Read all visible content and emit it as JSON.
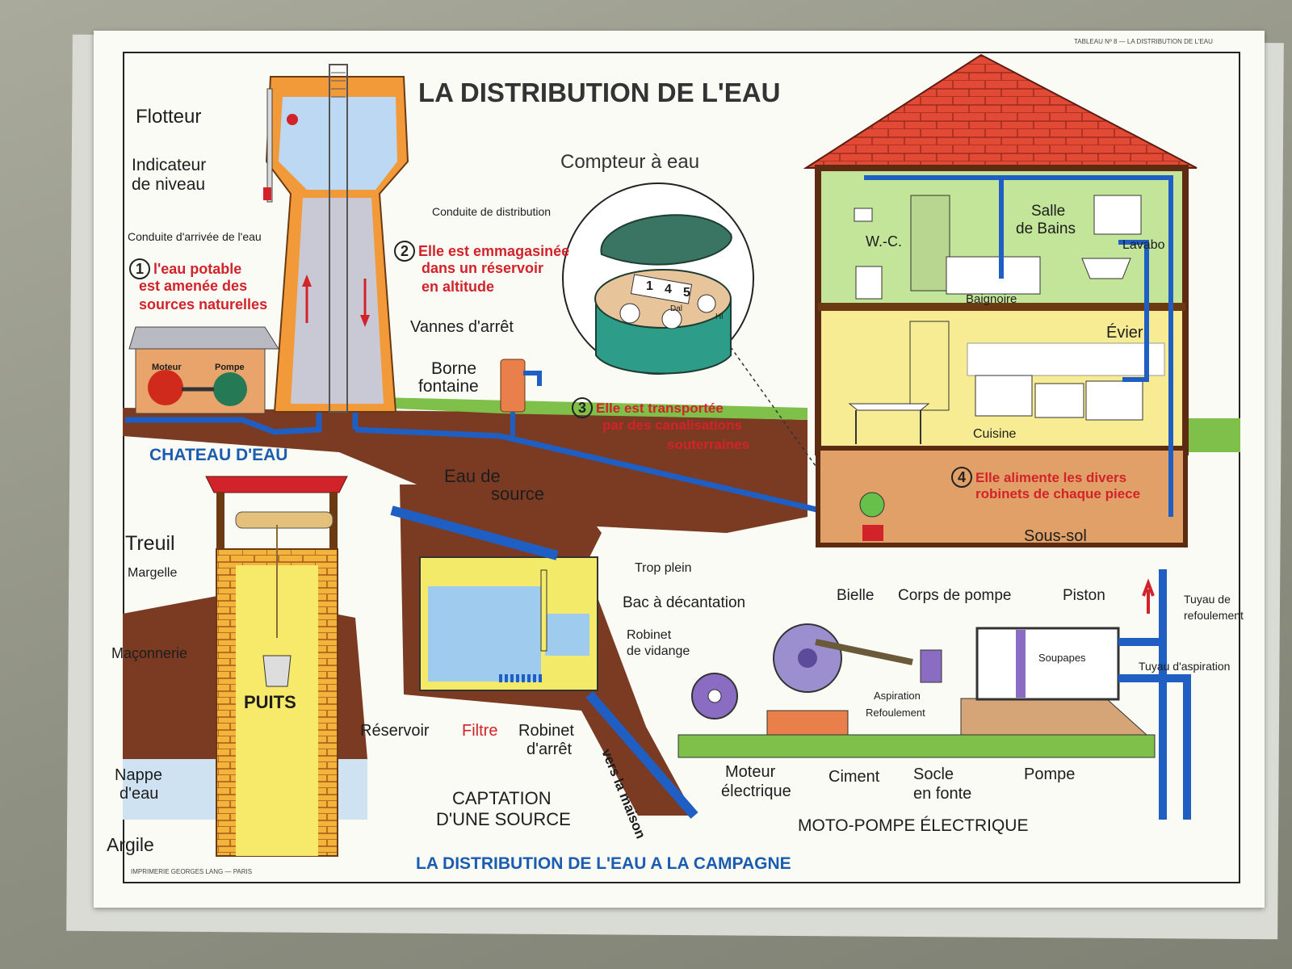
{
  "title": "LA DISTRIBUTION DE L'EAU",
  "header_note": "TABLEAU Nº 8 — LA DISTRIBUTION DE L'EAU",
  "printer_note": "IMPRIMERIE GEORGES LANG — PARIS",
  "tower": {
    "flotteur": "Flotteur",
    "indicateur_line1": "Indicateur",
    "indicateur_line2": "de niveau",
    "conduite_arrivee": "Conduite d'arrivée de l'eau",
    "conduite_distribution": "Conduite de distribution",
    "vannes": "Vannes d'arrêt",
    "moteur": "Moteur",
    "pompe": "Pompe",
    "caption": "CHATEAU D'EAU"
  },
  "steps": {
    "s1_num": "1",
    "s1_line1": "l'eau potable",
    "s1_line2": "est amenée des",
    "s1_line3": "sources naturelles",
    "s2_num": "2",
    "s2_line1": "Elle est emmagasinée",
    "s2_line2": "dans un réservoir",
    "s2_line3": "en altitude",
    "s3_num": "3",
    "s3_line1": "Elle est transportée",
    "s3_line2": "par des canalisations",
    "s3_line3": "souterraines",
    "s4_num": "4",
    "s4_line1": "Elle alimente les divers",
    "s4_line2": "robinets de chaque piece"
  },
  "meter": {
    "label": "Compteur à eau",
    "digits": [
      "1",
      "4",
      "5"
    ],
    "dal": "Dal",
    "hl": "Hl"
  },
  "borne": {
    "line1": "Borne",
    "line2": "fontaine"
  },
  "house": {
    "wc": "W.-C.",
    "salle_line1": "Salle",
    "salle_line2": "de Bains",
    "lavabo": "Lavabo",
    "baignoire": "Baignoire",
    "evier": "Évier",
    "cuisine": "Cuisine",
    "sous_sol": "Sous-sol"
  },
  "puits": {
    "treuil": "Treuil",
    "margelle": "Margelle",
    "maconnerie": "Maçonnerie",
    "puits": "PUITS",
    "nappe_line1": "Nappe",
    "nappe_line2": "d'eau",
    "argile": "Argile"
  },
  "captation": {
    "eau_line1": "Eau de",
    "eau_line2": "source",
    "trop_plein": "Trop plein",
    "bac": "Bac à décantation",
    "robinet_vidange_line1": "Robinet",
    "robinet_vidange_line2": "de vidange",
    "reservoir": "Réservoir",
    "filtre": "Filtre",
    "robinet_arret_line1": "Robinet",
    "robinet_arret_line2": "d'arrêt",
    "vers": "vers la maison",
    "caption_line1": "CAPTATION",
    "caption_line2": "D'UNE SOURCE"
  },
  "motopompe": {
    "bielle": "Bielle",
    "corps": "Corps de pompe",
    "piston": "Piston",
    "tuyau_refoulement_line1": "Tuyau de",
    "tuyau_refoulement_line2": "refoulement",
    "tuyau_aspiration": "Tuyau d'aspiration",
    "soupapes": "Soupapes",
    "aspiration": "Aspiration",
    "refoulement": "Refoulement",
    "moteur_line1": "Moteur",
    "moteur_line2": "électrique",
    "ciment": "Ciment",
    "socle_line1": "Socle",
    "socle_line2": "en fonte",
    "pompe": "Pompe",
    "caption": "MOTO-POMPE ÉLECTRIQUE"
  },
  "bottom_caption": "LA DISTRIBUTION DE L'EAU A LA CAMPAGNE",
  "colors": {
    "water": "#1f5fc4",
    "ground": "#7a3b22",
    "grass": "#7fc04a",
    "roof": "#e04a35",
    "red_text": "#d2232a",
    "blue_text": "#1a5cb0"
  }
}
